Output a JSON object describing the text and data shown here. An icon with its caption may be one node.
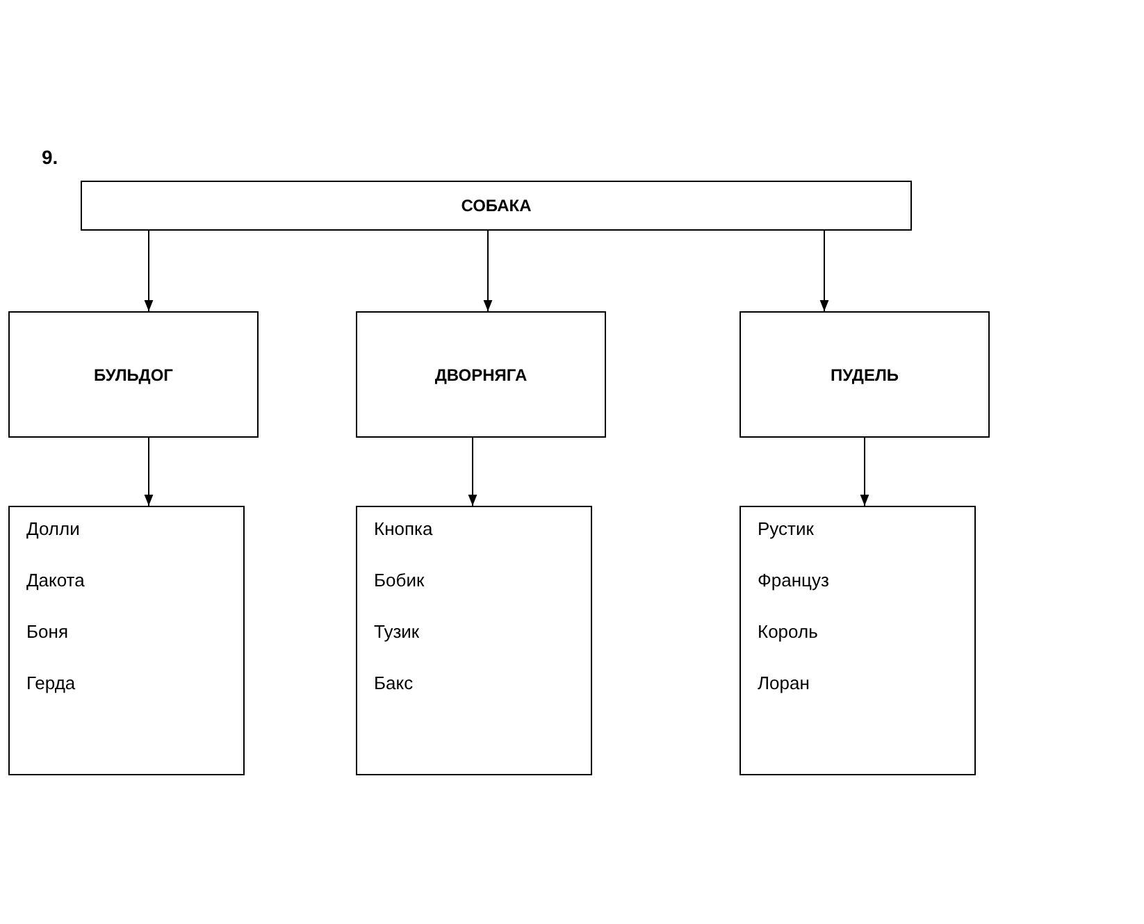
{
  "diagram": {
    "nodes": [
      {
        "text": [
          "СОБАКА"
        ]
      },
      {
        "text": [
          "БУЛЬДОГ"
        ]
      },
      {
        "text": [
          "ДВОРНЯГА"
        ]
      },
      {
        "text": [
          "ПУДЕЛЬ"
        ]
      },
      {
        "text": [
          "Долли",
          "Дакота",
          "Боня",
          "Герда"
        ]
      },
      {
        "text": [
          "Кнопка",
          "Бобик",
          "Тузик",
          "Бакс"
        ]
      },
      {
        "text": [
          "Рустик",
          "Француз",
          "Король",
          "Лоран"
        ]
      }
    ],
    "edges": [
      {
        "from": 0,
        "to": 1,
        "arrow": "to"
      },
      {
        "from": 0,
        "to": 2,
        "arrow": "to"
      },
      {
        "from": 0,
        "to": 3,
        "arrow": "to"
      },
      {
        "from": 1,
        "to": 4,
        "arrow": "to"
      },
      {
        "from": 2,
        "to": 5,
        "arrow": "to"
      },
      {
        "from": 3,
        "to": 6,
        "arrow": "to"
      }
    ],
    "labels": [
      "9."
    ]
  }
}
